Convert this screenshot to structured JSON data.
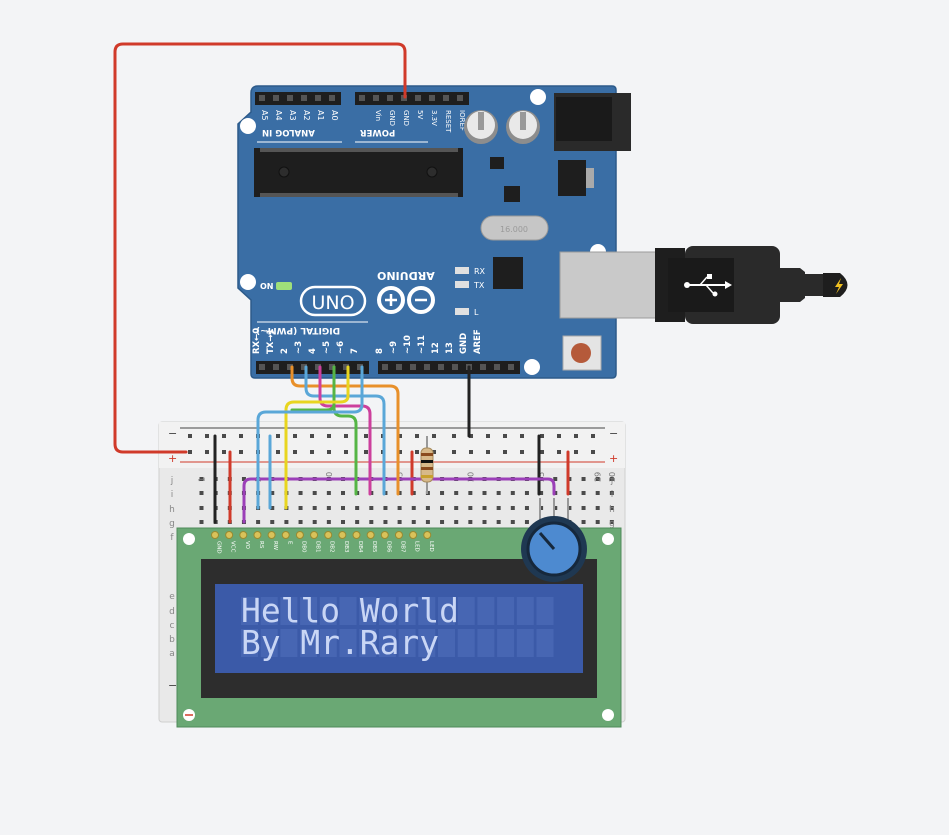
{
  "arduino": {
    "brand": "ARDUINO",
    "model": "UNO",
    "on_label": "ON",
    "tx_label": "TX",
    "rx_label": "RX",
    "l_label": "L",
    "analog_header": "ANALOG IN",
    "power_header": "POWER",
    "digital_header": "DIGITAL (PWM~)",
    "analog_pins": [
      "A5",
      "A4",
      "A3",
      "A2",
      "A1",
      "A0"
    ],
    "power_pins": [
      "Vin",
      "GND",
      "GND",
      "5V",
      "3.3V",
      "RESET",
      "IOREF"
    ],
    "digital_pins_low": [
      "RX←0",
      "TX→1",
      "2",
      "~3",
      "4",
      "~5",
      "~6",
      "7"
    ],
    "digital_pins_high": [
      "8",
      "~9",
      "~10",
      "~11",
      "12",
      "13",
      "GND",
      "AREF"
    ],
    "crystal_label": "16.000"
  },
  "breadboard": {
    "row_letters_top": [
      "j",
      "i",
      "h",
      "g",
      "f"
    ],
    "row_letters_bottom": [
      "e",
      "d",
      "c",
      "b",
      "a"
    ],
    "col_numbers": [
      "1",
      "5",
      "10",
      "15",
      "20",
      "25",
      "29",
      "30"
    ],
    "plus": "+",
    "minus": "−"
  },
  "lcd": {
    "pins": [
      "GND",
      "VCC",
      "VO",
      "RS",
      "RW",
      "E",
      "DB0",
      "DB1",
      "DB2",
      "DB3",
      "DB4",
      "DB5",
      "DB6",
      "DB7",
      "LED",
      "LED"
    ],
    "line1": "Hello World",
    "line2": "By Mr.Rary"
  },
  "colors": {
    "board": "#3a6ea5",
    "board_edge": "#2c5a8a",
    "lcd_pcb": "#6aa874",
    "lcd_screen": "#3b5aa8",
    "lcd_text": "#c9d6f5",
    "wire_red": "#d03a2a",
    "wire_black": "#222222",
    "wire_orange": "#e8902a",
    "wire_blue": "#5aa7d8",
    "wire_purple": "#9b3fb8",
    "wire_green": "#55b545",
    "wire_pink": "#cc3f9c",
    "wire_yellow": "#e8d520"
  }
}
